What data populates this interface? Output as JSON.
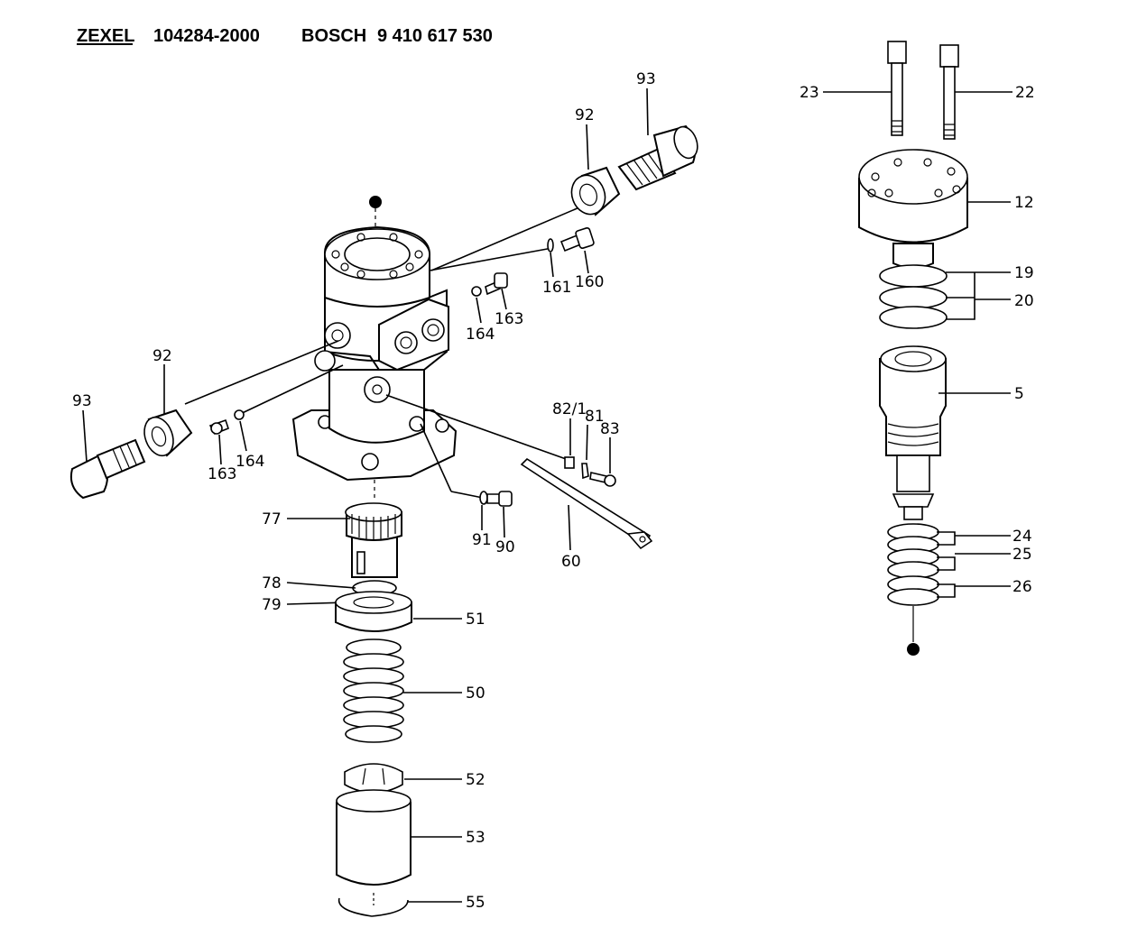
{
  "header": {
    "maker1": "ZEXEL",
    "part1": "104284-2000",
    "maker2": "BOSCH",
    "part2": "9 410 617 530"
  },
  "callouts": {
    "c93a": "93",
    "c92a": "92",
    "c93b": "93",
    "c92b": "92",
    "c161": "161",
    "c160": "160",
    "c164a": "164",
    "c163a": "163",
    "c163b": "163",
    "c164b": "164",
    "c82": "82/1",
    "c81": "81",
    "c83": "83",
    "c91": "91",
    "c90": "90",
    "c60": "60",
    "c77": "77",
    "c78": "78",
    "c79": "79",
    "c51": "51",
    "c50": "50",
    "c52": "52",
    "c53": "53",
    "c55": "55",
    "c23": "23",
    "c22": "22",
    "c12": "12",
    "c19": "19",
    "c20": "20",
    "c5": "5",
    "c24": "24",
    "c25": "25",
    "c26": "26"
  }
}
